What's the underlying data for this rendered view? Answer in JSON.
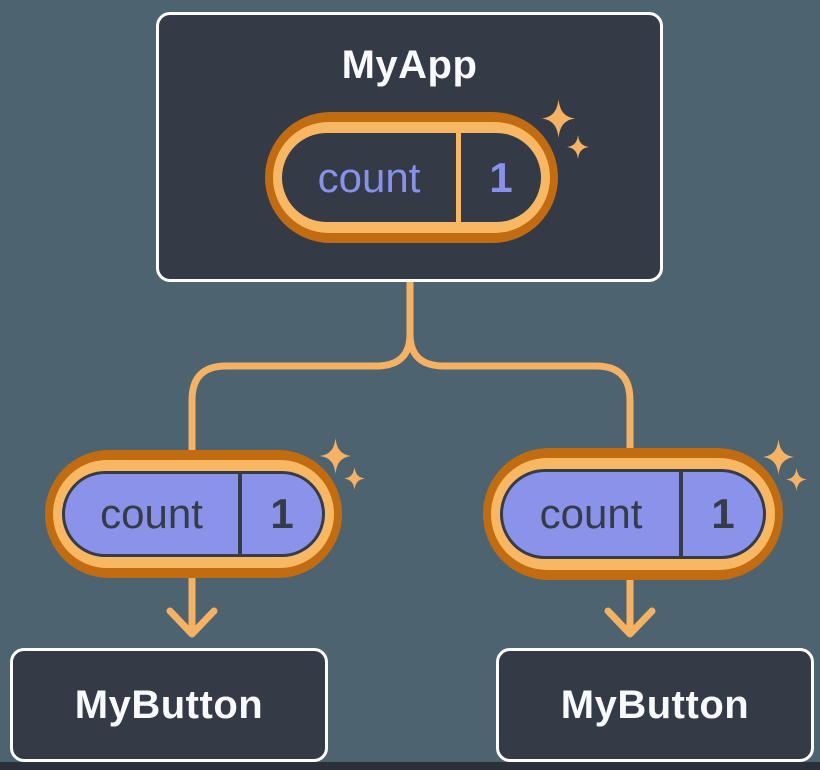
{
  "tree": {
    "root": {
      "title": "MyApp",
      "state": {
        "label": "count",
        "value": "1"
      }
    },
    "children": [
      {
        "title": "MyButton",
        "state": {
          "label": "count",
          "value": "1"
        }
      },
      {
        "title": "MyButton",
        "state": {
          "label": "count",
          "value": "1"
        }
      }
    ]
  },
  "colors": {
    "background": "#4D6470",
    "bottom_strip": "#2B303B",
    "node_fill": "#343A46",
    "node_border": "#FDFDFD",
    "node_text": "#F8F9FB",
    "pill_ring_outer": "#C26C12",
    "pill_ring_inner": "#F8B863",
    "pill_parent_fill": "#343A46",
    "pill_parent_text": "#8792EC",
    "pill_child_fill": "#8A93E9",
    "pill_child_text": "#353B47",
    "connector": "#F6B263"
  },
  "icons": {
    "sparkle": "sparkle-icon",
    "arrow": "arrow-down-icon"
  }
}
